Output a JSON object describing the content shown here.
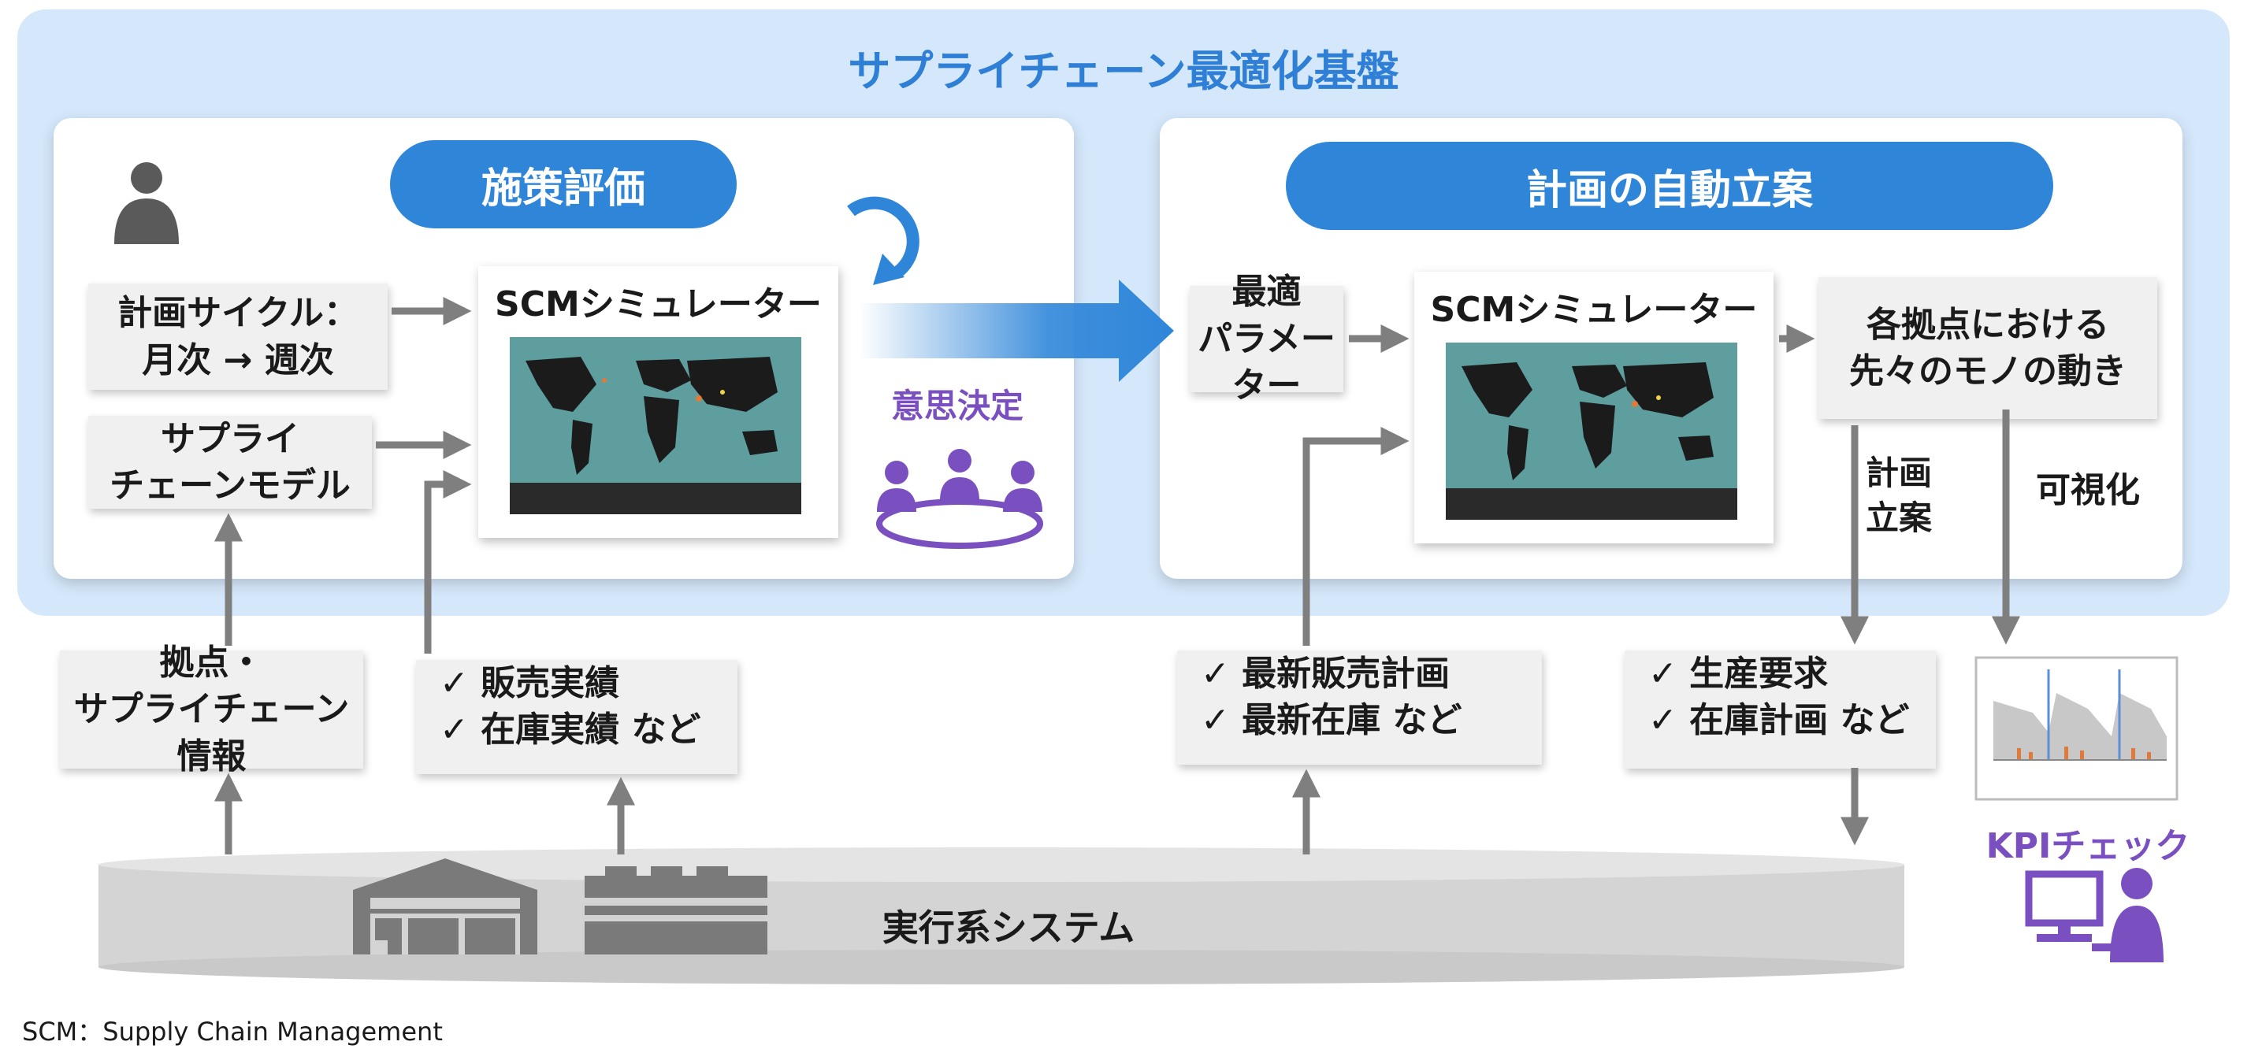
{
  "platform": {
    "title": "サプライチェーン最適化基盤"
  },
  "left_panel": {
    "pill": "施策評価",
    "cycle_doc": {
      "line1": "計画サイクル：",
      "line2": "月次 → 週次"
    },
    "model_doc": {
      "line1": "サプライ",
      "line2": "チェーンモデル"
    },
    "simulator_title": "SCMシミュレーター",
    "decision_label": "意思決定"
  },
  "right_panel": {
    "pill": "計画の自動立案",
    "param_doc": {
      "line1": "最適",
      "line2": "パラメーター"
    },
    "simulator_title": "SCMシミュレーター",
    "movement_doc": {
      "line1": "各拠点における",
      "line2": "先々のモノの動き"
    },
    "plan_label": {
      "line1": "計画",
      "line2": "立案"
    },
    "vis_label": "可視化"
  },
  "bottom": {
    "info_doc": {
      "line1": "拠点・",
      "line2": "サプライチェーン情報"
    },
    "actuals_doc": {
      "line1": "✓ 販売実績",
      "line2": "✓ 在庫実績 など"
    },
    "latest_doc": {
      "line1": "✓ 最新販売計画",
      "line2": "✓ 最新在庫 など"
    },
    "request_doc": {
      "line1": "✓ 生産要求",
      "line2": "✓ 在庫計画 など"
    },
    "exec_system": "実行系システム",
    "kpi_label": "KPIチェック"
  },
  "footnote": "SCM：Supply Chain Management",
  "colors": {
    "platform_bg": "#d5e8fb",
    "accent_blue": "#2f86d9",
    "title_blue": "#2f7fd6",
    "purple": "#7a4fc0",
    "arrow_gray": "#7f7f7f"
  },
  "icons": [
    "person-icon",
    "refresh-cycle-icon",
    "meeting-icon",
    "warehouse-icon",
    "factory-icon",
    "kpi-chart-icon",
    "operator-pc-icon"
  ]
}
